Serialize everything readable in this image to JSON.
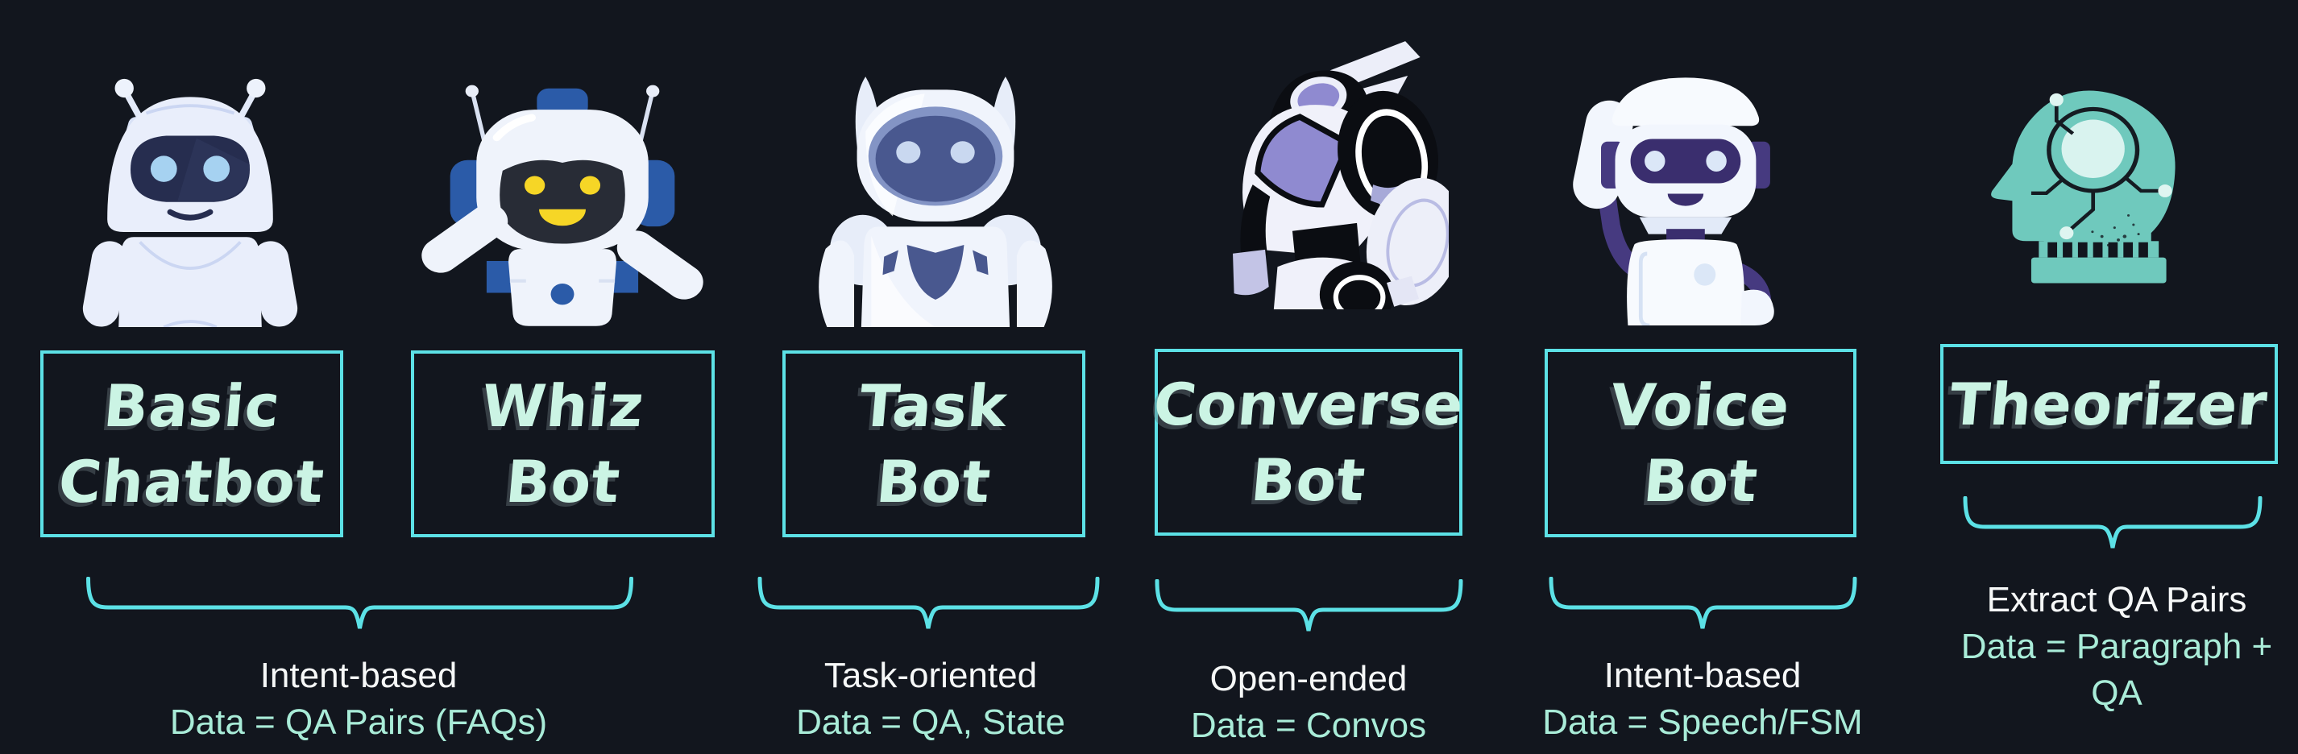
{
  "background": "#12161E",
  "colors": {
    "box_border": "#5CE1E6",
    "box_label_text": "#CBF4E4",
    "brace": "#5CE1E6",
    "description_primary_text": "#F6F8F8",
    "description_data_text": "#A9ECD8"
  },
  "bots": [
    {
      "name": "Basic Chatbot",
      "label_line1": "Basic",
      "label_line2": "Chatbot",
      "icon": "basic-chatbot-robot-icon"
    },
    {
      "name": "Whiz Bot",
      "label_line1": "Whiz",
      "label_line2": "Bot",
      "icon": "whiz-bot-robot-icon"
    },
    {
      "name": "Task Bot",
      "label_line1": "Task",
      "label_line2": "Bot",
      "icon": "task-bot-robot-icon"
    },
    {
      "name": "Converse Bot",
      "label_line1": "Converse",
      "label_line2": "Bot",
      "icon": "converse-bot-robot-icon"
    },
    {
      "name": "Voice Bot",
      "label_line1": "Voice",
      "label_line2": "Bot",
      "icon": "voice-bot-robot-icon"
    },
    {
      "name": "Theorizer",
      "label_line1": "Theorizer",
      "label_line2": "",
      "icon": "theorizer-head-icon"
    }
  ],
  "groups": [
    {
      "covers": [
        "Basic Chatbot",
        "Whiz Bot"
      ],
      "approach": "Intent-based",
      "data": "Data = QA Pairs (FAQs)"
    },
    {
      "covers": [
        "Task Bot"
      ],
      "approach": "Task-oriented",
      "data": "Data = QA, State"
    },
    {
      "covers": [
        "Converse Bot"
      ],
      "approach": "Open-ended",
      "data": "Data = Convos"
    },
    {
      "covers": [
        "Voice Bot"
      ],
      "approach": "Intent-based",
      "data": "Data = Speech/FSM"
    },
    {
      "covers": [
        "Theorizer"
      ],
      "approach": "Extract QA Pairs",
      "data": "Data = Paragraph + QA"
    }
  ]
}
